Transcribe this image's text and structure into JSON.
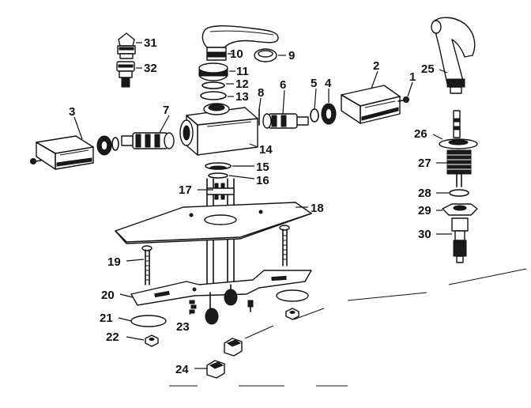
{
  "parts": [
    {
      "id": "p1",
      "label": "1"
    },
    {
      "id": "p2",
      "label": "2"
    },
    {
      "id": "p3",
      "label": "3"
    },
    {
      "id": "p4",
      "label": "4"
    },
    {
      "id": "p5",
      "label": "5"
    },
    {
      "id": "p6",
      "label": "6"
    },
    {
      "id": "p7",
      "label": "7"
    },
    {
      "id": "p8",
      "label": "8"
    },
    {
      "id": "p9",
      "label": "9"
    },
    {
      "id": "p10",
      "label": "10"
    },
    {
      "id": "p11",
      "label": "11"
    },
    {
      "id": "p12",
      "label": "12"
    },
    {
      "id": "p13",
      "label": "13"
    },
    {
      "id": "p14",
      "label": "14"
    },
    {
      "id": "p15",
      "label": "15"
    },
    {
      "id": "p16",
      "label": "16"
    },
    {
      "id": "p17",
      "label": "17"
    },
    {
      "id": "p18",
      "label": "18"
    },
    {
      "id": "p19",
      "label": "19"
    },
    {
      "id": "p20",
      "label": "20"
    },
    {
      "id": "p21",
      "label": "21"
    },
    {
      "id": "p22",
      "label": "22"
    },
    {
      "id": "p23",
      "label": "23"
    },
    {
      "id": "p24",
      "label": "24"
    },
    {
      "id": "p25",
      "label": "25"
    },
    {
      "id": "p26",
      "label": "26"
    },
    {
      "id": "p27",
      "label": "27"
    },
    {
      "id": "p28",
      "label": "28"
    },
    {
      "id": "p29",
      "label": "29"
    },
    {
      "id": "p30",
      "label": "30"
    },
    {
      "id": "p31",
      "label": "31"
    },
    {
      "id": "p32",
      "label": "32"
    }
  ],
  "colors": {
    "ink": "#111111",
    "background": "#ffffff"
  }
}
